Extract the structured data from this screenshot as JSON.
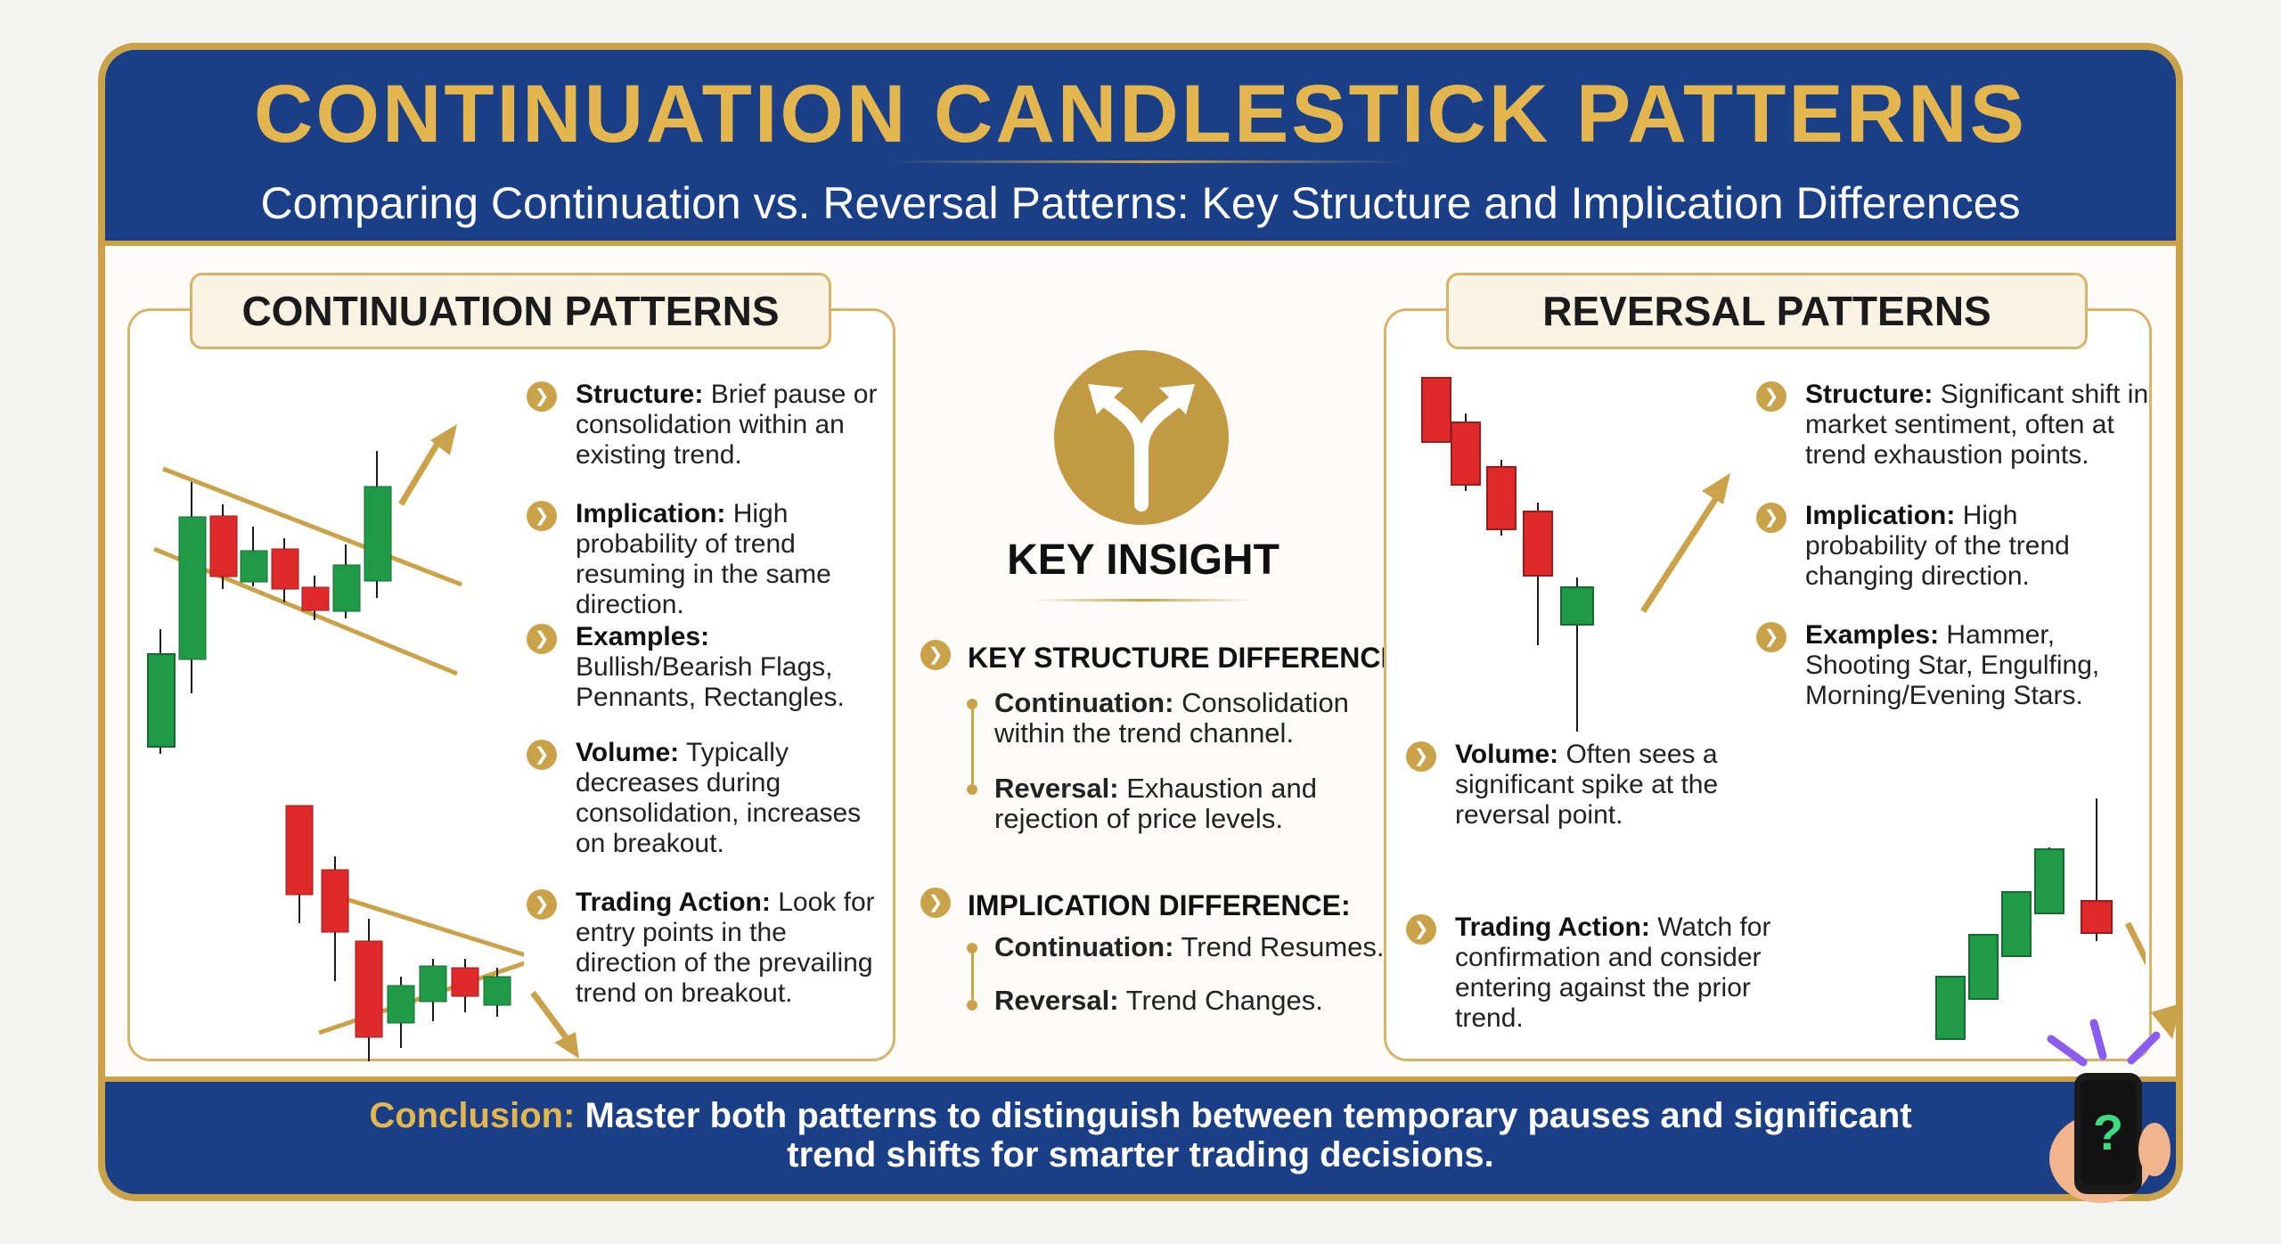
{
  "header": {
    "title": "CONTINUATION CANDLESTICK PATTERNS",
    "subtitle": "Comparing Continuation vs. Reversal Patterns: Key Structure and Implication Differences"
  },
  "continuation": {
    "label": "CONTINUATION PATTERNS",
    "items": [
      {
        "term": "Structure:",
        "text": "Brief pause or consolidation within an existing trend."
      },
      {
        "term": "Implication:",
        "text": "High probability of trend resuming in the same direction."
      },
      {
        "term": "Examples:",
        "text": "Bullish/Bearish Flags, Pennants, Rectangles."
      },
      {
        "term": "Volume:",
        "text": "Typically decreases during consolidation, increases on breakout."
      },
      {
        "term": "Trading Action:",
        "text": "Look for entry points in the direction of the prevailing trend on breakout."
      }
    ]
  },
  "insight": {
    "title": "KEY INSIGHT",
    "structure_heading": "KEY STRUCTURE DIFFERENCE:",
    "structure_cont_term": "Continuation:",
    "structure_cont_text": "Consolidation within the trend channel.",
    "structure_rev_term": "Reversal:",
    "structure_rev_text": "Exhaustion and rejection of price levels.",
    "implication_heading": "IMPLICATION DIFFERENCE:",
    "implication_cont_term": "Continuation:",
    "implication_cont_text": "Trend Resumes.",
    "implication_rev_term": "Reversal:",
    "implication_rev_text": "Trend Changes."
  },
  "reversal": {
    "label": "REVERSAL PATTERNS",
    "items": [
      {
        "term": "Structure:",
        "text": "Significant shift in market sentiment, often at trend exhaustion points."
      },
      {
        "term": "Implication:",
        "text": "High probability of the trend changing direction."
      },
      {
        "term": "Examples:",
        "text": "Hammer, Shooting Star, Engulfing, Morning/Evening Stars."
      },
      {
        "term": "Volume:",
        "text": "Often sees a significant spike at the reversal point."
      },
      {
        "term": "Trading Action:",
        "text": "Watch for confirmation and consider entering against the prior trend."
      }
    ]
  },
  "footer": {
    "lead": "Conclusion:",
    "text_line1": "Master both patterns to distinguish between temporary pauses and significant",
    "text_line2": "trend shifts for smarter trading decisions."
  },
  "colors": {
    "navy": "#1a3f86",
    "gold": "#c9a24a",
    "bull": "#1f9a47",
    "bear": "#de2a2a"
  },
  "icons": [
    "chevron-right-icon",
    "split-arrow-icon",
    "phone-question-icon"
  ]
}
